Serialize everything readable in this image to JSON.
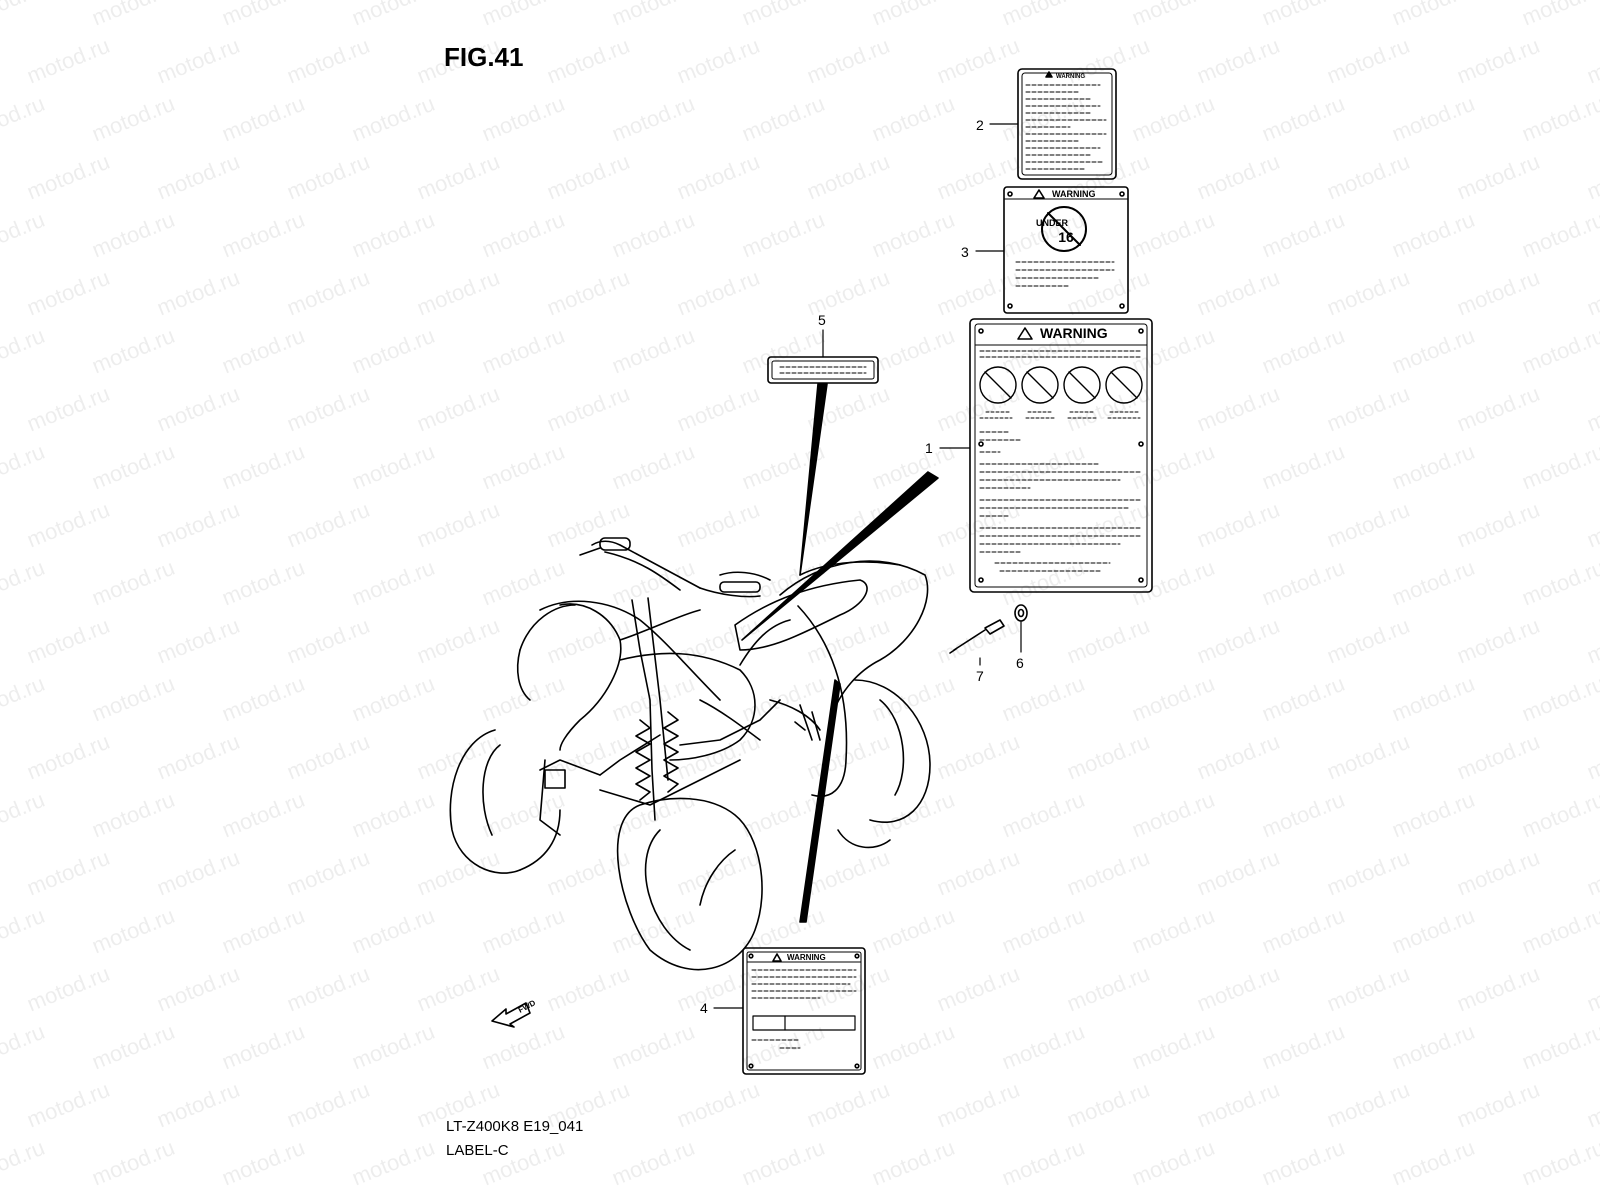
{
  "figure": {
    "title": "FIG.41",
    "model_code": "LT-Z400K8 E19_041",
    "section_name": "LABEL-C",
    "watermark_text": "motod.ru",
    "fwd_label": "FWD"
  },
  "labels": {
    "warning_text": "WARNING",
    "under_text": "UNDER",
    "age_text": "16"
  },
  "callouts": [
    "1",
    "2",
    "3",
    "4",
    "5",
    "6",
    "7"
  ],
  "colors": {
    "line": "#000000",
    "watermark": "#bdbdbd",
    "background": "#ffffff"
  }
}
